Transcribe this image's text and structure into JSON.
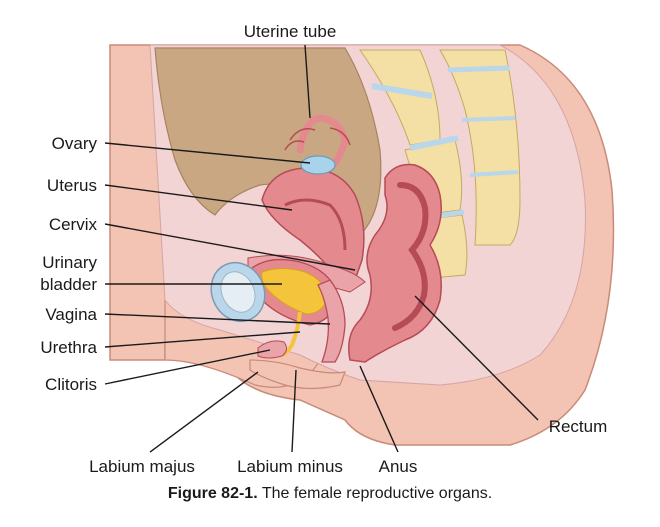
{
  "labels": {
    "uterine_tube": "Uterine tube",
    "ovary": "Ovary",
    "uterus": "Uterus",
    "cervix": "Cervix",
    "urinary_bladder_1": "Urinary",
    "urinary_bladder_2": "bladder",
    "vagina": "Vagina",
    "urethra": "Urethra",
    "clitoris": "Clitoris",
    "labium_majus": "Labium majus",
    "labium_minus": "Labium minus",
    "anus": "Anus",
    "rectum": "Rectum"
  },
  "caption": {
    "number": "Figure 82-1.",
    "text": "The female reproductive organs."
  },
  "colors": {
    "skin": "#f3c3b3",
    "skin_edge": "#c98a78",
    "cavity": "#c9a783",
    "tissue_pink": "#f2d4d4",
    "organ": "#e48a8f",
    "organ_dark": "#b54b55",
    "bladder_urine": "#f4c53c",
    "bone": "#f4dfa4",
    "disc": "#b9d6ea",
    "ovary_blue": "#a8d3ea"
  }
}
